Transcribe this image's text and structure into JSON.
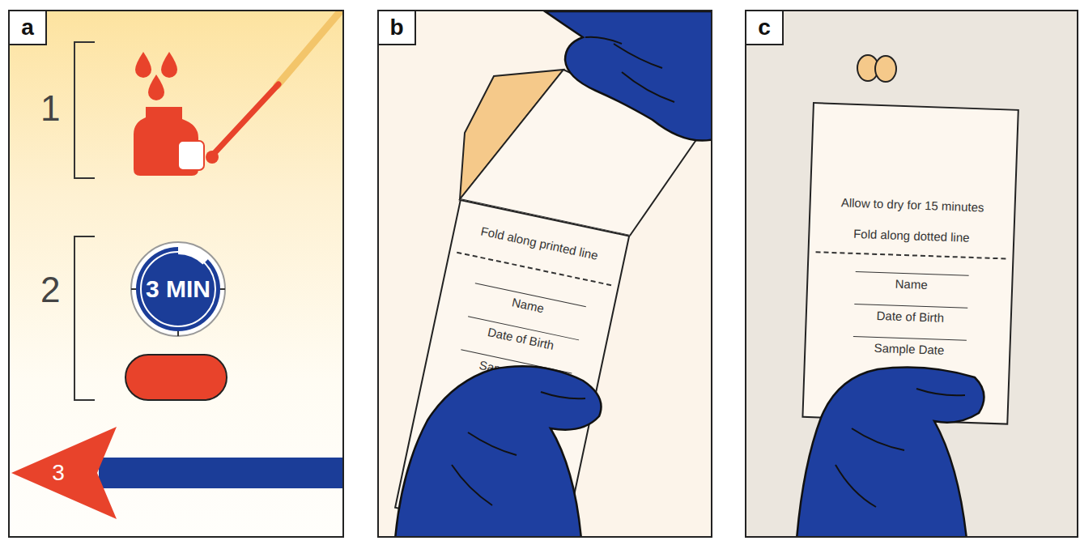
{
  "diagram": {
    "nodes": [
      {
        "text": [
          "a"
        ]
      },
      {
        "text": [
          "3 MIN"
        ],
        "in": 0
      },
      {
        "text": [
          "3"
        ],
        "in": 0
      },
      {
        "text": [
          "b"
        ]
      },
      {
        "text": [
          "Fold along printed line",
          "Name",
          "Date of Birth",
          "Sample Date"
        ],
        "in": 3
      },
      {
        "text": [
          "c"
        ]
      },
      {
        "text": [
          "Allow to dry for 15 minutes",
          "Fold along dotted line",
          "Name",
          "Date of Birth",
          "Sample Date"
        ],
        "in": 5
      }
    ],
    "labels": [
      "1",
      "2"
    ]
  }
}
